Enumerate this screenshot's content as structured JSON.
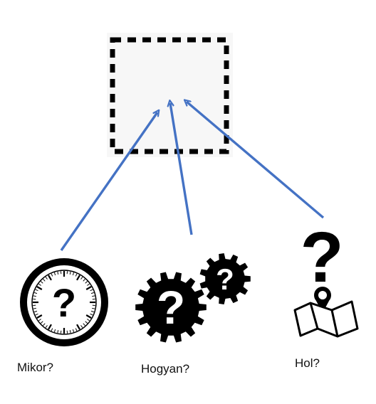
{
  "labels": {
    "when": "Mikor?",
    "how": "Hogyan?",
    "where": "Hol?"
  },
  "icons": {
    "target": "dashed-box",
    "when": "clock-question-icon",
    "how": "gears-question-icon",
    "where": "map-pin-question-icon"
  },
  "colors": {
    "arrow": "#4472c4",
    "icon": "#000000",
    "target_fill": "#f7f7f7"
  }
}
